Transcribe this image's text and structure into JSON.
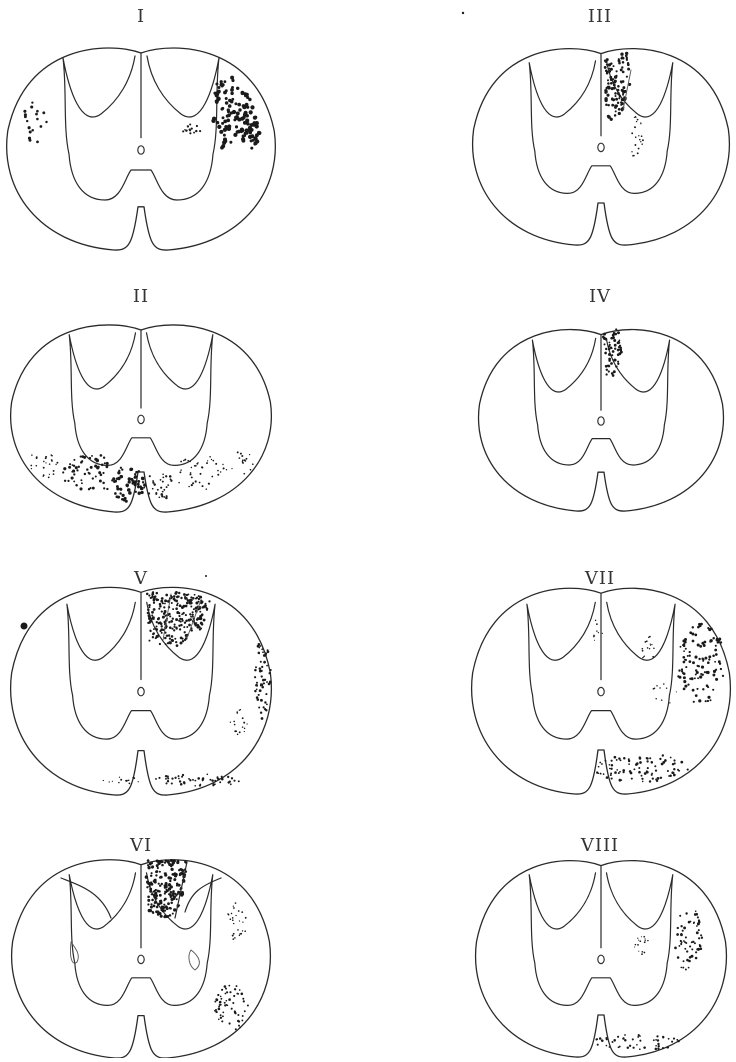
{
  "plate": {
    "sections": [
      {
        "id": "I",
        "label": "I"
      },
      {
        "id": "III",
        "label": "III"
      },
      {
        "id": "II",
        "label": "II"
      },
      {
        "id": "IV",
        "label": "IV"
      },
      {
        "id": "V",
        "label": "V"
      },
      {
        "id": "VII",
        "label": "VII"
      },
      {
        "id": "VI",
        "label": "VI"
      },
      {
        "id": "VIII",
        "label": "VIII"
      }
    ],
    "ink_color": "#1a1a1a",
    "paper_color": "#ffffff"
  }
}
